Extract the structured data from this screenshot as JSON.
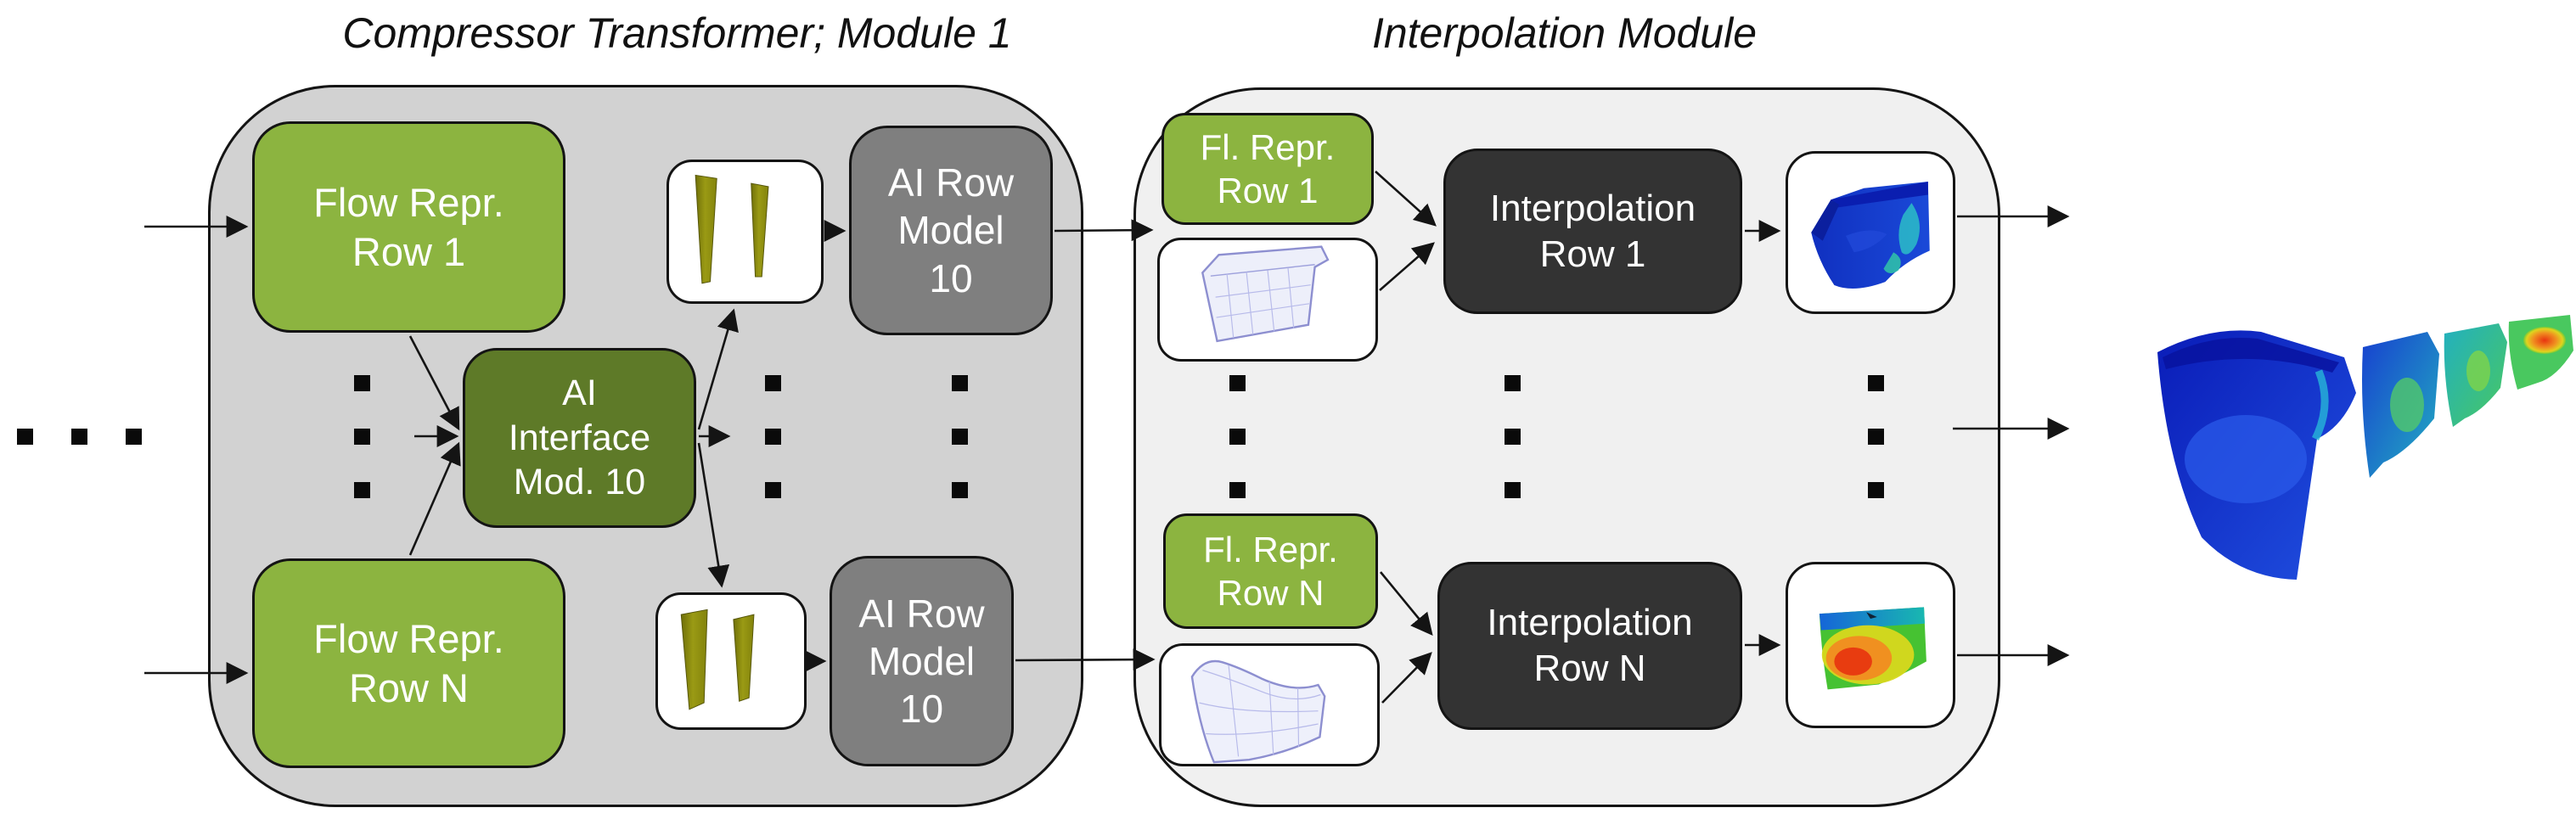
{
  "titles": {
    "compressor": "Compressor Transformer; Module 1",
    "interpolation": "Interpolation Module"
  },
  "compressor_module": {
    "flow_repr_row_1": "Flow Repr.\nRow 1",
    "flow_repr_row_n": "Flow Repr.\nRow N",
    "ai_interface": "AI\nInterface\nMod. 10",
    "ai_row_model_top": "AI Row\nModel\n10",
    "ai_row_model_bottom": "AI Row\nModel\n10"
  },
  "interpolation_module": {
    "fl_repr_row_1": "Fl. Repr.\nRow 1",
    "fl_repr_row_n": "Fl. Repr.\nRow N",
    "interpolation_row_1": "Interpolation\nRow 1",
    "interpolation_row_n": "Interpolation\nRow N"
  },
  "icons": {
    "blade_pair_top": "olive-blade-geometry-pair",
    "blade_pair_bottom": "olive-blade-geometry-pair",
    "mesh_top": "blade-passage-wireframe-mesh",
    "mesh_bottom": "blade-surface-wireframe-mesh",
    "result_top": "blue-contour-blade-segment",
    "result_bottom": "rainbow-contour-blade-segment",
    "final_result": "multi-row-compressor-contour-3d"
  },
  "colors": {
    "flow_repr_green": "#8CB440",
    "ai_interface_olive": "#5E7A28",
    "ai_row_gray": "#7F7F7F",
    "interpolation_dark": "#333333",
    "compressor_container": "#D2D2D2",
    "interpolation_container": "#F0F0F0"
  }
}
